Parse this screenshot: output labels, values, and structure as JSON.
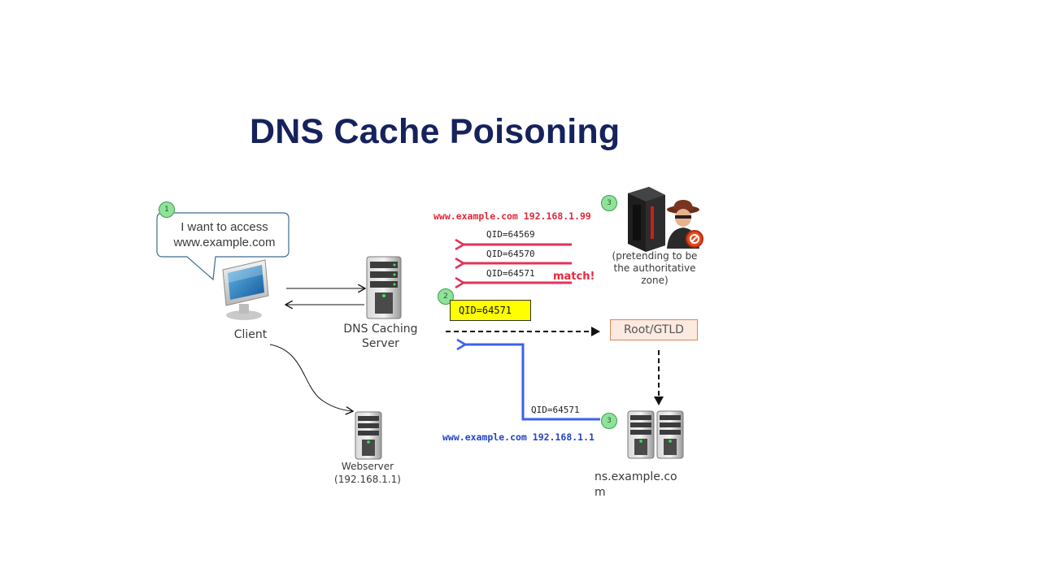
{
  "title": "DNS Cache Poisoning",
  "bubble": {
    "text": "I want to access www.example.com"
  },
  "nodes": {
    "client": "Client",
    "dns_caching_server": "DNS Caching Server",
    "webserver": "Webserver (192.168.1.1)",
    "root_gtld": "Root/GTLD",
    "ns_example": "ns.example.co m",
    "attacker_note": "(pretending to be the authoritative zone)"
  },
  "steps": {
    "step1": "1",
    "step2": "2",
    "step3_top": "3",
    "step3_bottom": "3"
  },
  "attack": {
    "response": "www.example.com 192.168.1.99",
    "qids": [
      "QID=64569",
      "QID=64570",
      "QID=64571"
    ],
    "match": "match!"
  },
  "query": {
    "qid": "QID=64571"
  },
  "legit": {
    "qid": "QID=64571",
    "response": "www.example.com 192.168.1.1"
  },
  "colors": {
    "title": "#15225c",
    "attack": "#e0335a",
    "legit": "#3a63e8",
    "qid_box": "#ffff00"
  }
}
